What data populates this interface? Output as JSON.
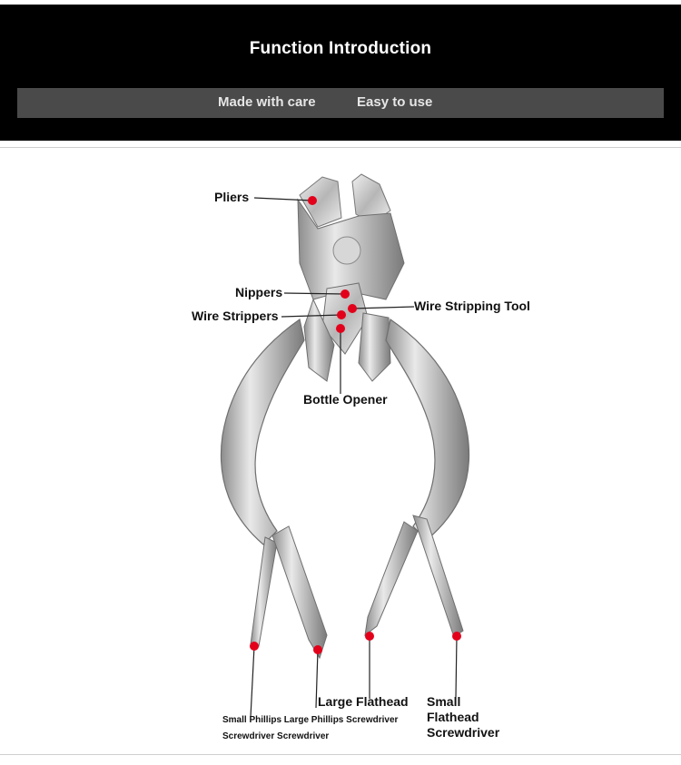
{
  "header": {
    "title": "Function Introduction",
    "tags": [
      "Made with care",
      "Easy to use"
    ]
  },
  "callouts": {
    "pliers": "Pliers",
    "nippers": "Nippers",
    "wire_strippers": "Wire Strippers",
    "wire_stripping_tool": "Wire Stripping Tool",
    "bottle_opener": "Bottle Opener",
    "small_phillips_line1": "Small Phillips Large Phillips Screwdriver",
    "small_phillips_line2": "Screwdriver Screwdriver",
    "large_flathead": "Large Flathead",
    "small_flathead_line1": "Small",
    "small_flathead_line2": "Flathead",
    "small_flathead_line3": "Screwdriver"
  },
  "colors": {
    "banner_bg": "#000000",
    "tagbar_bg": "#4a4a4a",
    "marker": "#e3001b"
  }
}
